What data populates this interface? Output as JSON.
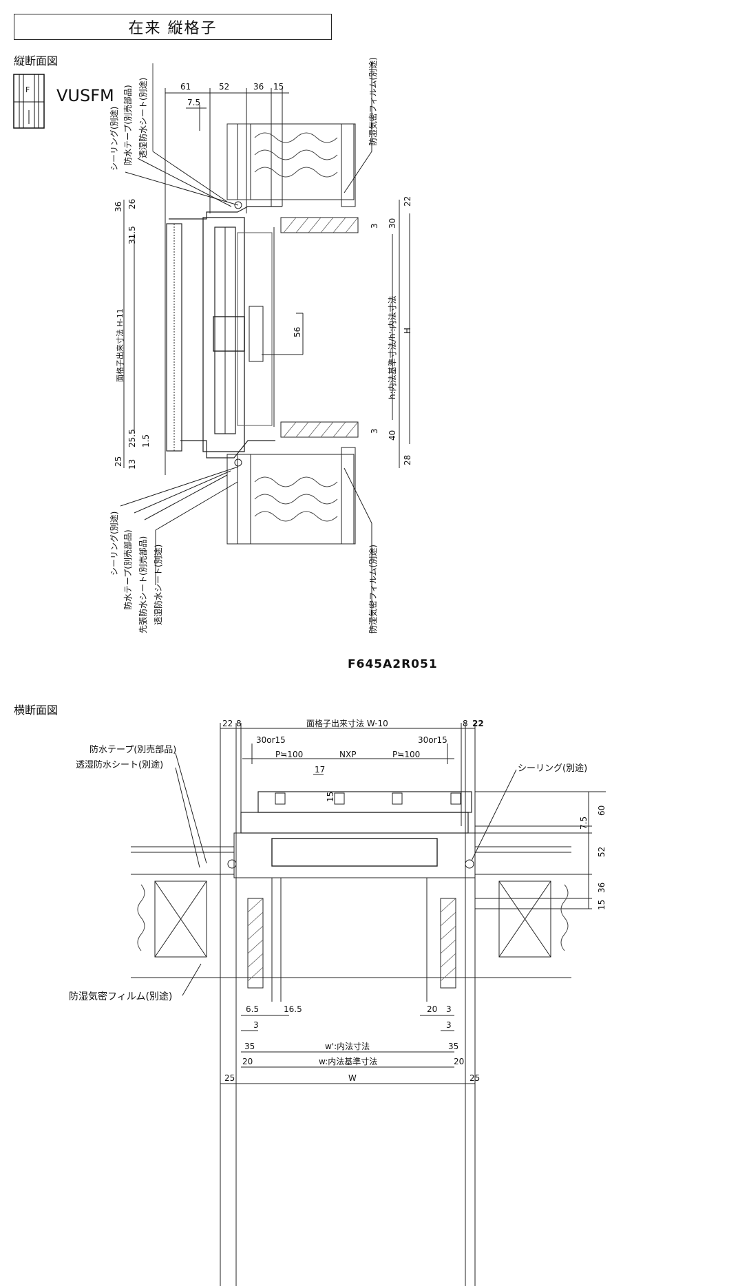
{
  "title": "在来 縦格子",
  "vertical_section": {
    "label": "縦断面図",
    "model": "VUSFM",
    "icon_letter": "F",
    "drawing_code": "F645A2R051",
    "dims_top": [
      "61",
      "52",
      "36",
      "15"
    ],
    "dim_7_5": "7.5",
    "dims_left": [
      "36",
      "26",
      "31.5",
      "25.5",
      "1.5",
      "25",
      "13"
    ],
    "dims_right": [
      "22",
      "30",
      "3",
      "3",
      "40",
      "28"
    ],
    "dim_56": "56",
    "label_height_outer": "面格子出来寸法 H-11",
    "label_h": "h:内法基準寸法/h':内法寸法",
    "label_H": "H",
    "notes_top": [
      "シーリング(別途)",
      "防水テープ(別売部品)",
      "透湿防水シート(別途)"
    ],
    "note_right_top": "防湿気密フィルム(別途)",
    "notes_bottom": [
      "シーリング(別途)",
      "防水テープ(別売部品)",
      "先張防水シート(別売部品)",
      "透湿防水シート(別途)"
    ],
    "note_right_bottom": "防湿気密フィルム(別途)"
  },
  "horizontal_section": {
    "label": "横断面図",
    "dim_top_label": "面格子出来寸法 W-10",
    "dims_top_left": [
      "22",
      "8"
    ],
    "dims_top_right": [
      "8",
      "22"
    ],
    "dim_30or15_left": "30or15",
    "dim_30or15_right": "30or15",
    "dim_p_left": "P≒100",
    "dim_nxp": "NXP",
    "dim_p_right": "P≒100",
    "dim_17": "17",
    "dim_15": "15",
    "dims_right": [
      "60",
      "7.5",
      "52",
      "36",
      "15"
    ],
    "note_tape": "防水テープ(別売部品)",
    "note_sheet": "透湿防水シート(別途)",
    "note_sealing": "シーリング(別途)",
    "note_film": "防湿気密フィルム(別途)",
    "dim_6_5": "6.5",
    "dim_16_5": "16.5",
    "dim_20_r": "20",
    "dim_3_r": "3",
    "dim_3_l": "3",
    "dim_3_r2": "3",
    "dim_35_l": "35",
    "dim_35_r": "35",
    "dim_w_prime": "w':内法寸法",
    "dim_20_l": "20",
    "dim_20_r2": "20",
    "dim_w": "w:内法基準寸法",
    "dim_25_l": "25",
    "dim_25_r": "25",
    "dim_W": "W"
  }
}
